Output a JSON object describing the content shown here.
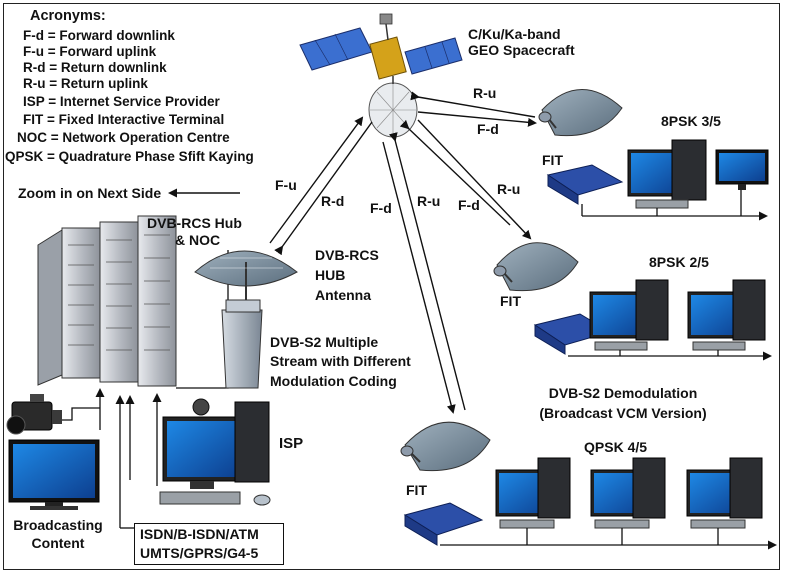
{
  "acronyms": {
    "title": "Acronyms:",
    "items": [
      "F-d = Forward downlink",
      "F-u = Forward uplink",
      "R-d = Return downlink",
      "R-u = Return uplink",
      "ISP = Internet Service Provider",
      "FIT = Fixed Interactive Terminal",
      "NOC = Network Operation Centre",
      "QPSK = Quadrature Phase Sfift Kaying"
    ]
  },
  "spacecraft": {
    "line1": "C/Ku/Ka-band",
    "line2": "GEO Spacecraft"
  },
  "zoom_label": "Zoom in on Next Side",
  "hub": {
    "line1": "DVB-RCS Hub",
    "line2": "& NOC"
  },
  "hub_antenna": {
    "line1": "DVB-RCS",
    "line2": "HUB",
    "line3": "Antenna"
  },
  "multiple_stream": {
    "line1": "DVB-S2 Multiple",
    "line2": "Stream with Different",
    "line3": "Modulation Coding"
  },
  "isp_label": "ISP",
  "broadcasting": {
    "line1": "Broadcasting",
    "line2": "Content"
  },
  "network_box": {
    "line1": "ISDN/B-ISDN/ATM",
    "line2": "UMTS/GPRS/G4-5"
  },
  "demodulation": {
    "line1": "DVB-S2 Demodulation",
    "line2": "(Broadcast VCM Version)"
  },
  "terminals": [
    {
      "fit": "FIT",
      "modulation": "8PSK 3/5"
    },
    {
      "fit": "FIT",
      "modulation": "8PSK 2/5"
    },
    {
      "fit": "FIT",
      "modulation": "QPSK 4/5"
    }
  ],
  "links": {
    "hub_up": "F-u",
    "hub_down": "R-d",
    "t1_up": "R-u",
    "t1_down": "F-d",
    "t2_up": "R-u",
    "t2_down": "F-d",
    "t3_down": "F-d",
    "t3_up": "R-u"
  },
  "colors": {
    "outline": "#111111",
    "dish": "#7a8e9e",
    "modem": "#2c4fa8",
    "screen": "#1565c0",
    "rack": "#c9ccd1",
    "satellite_panel": "#3b6fd0"
  }
}
